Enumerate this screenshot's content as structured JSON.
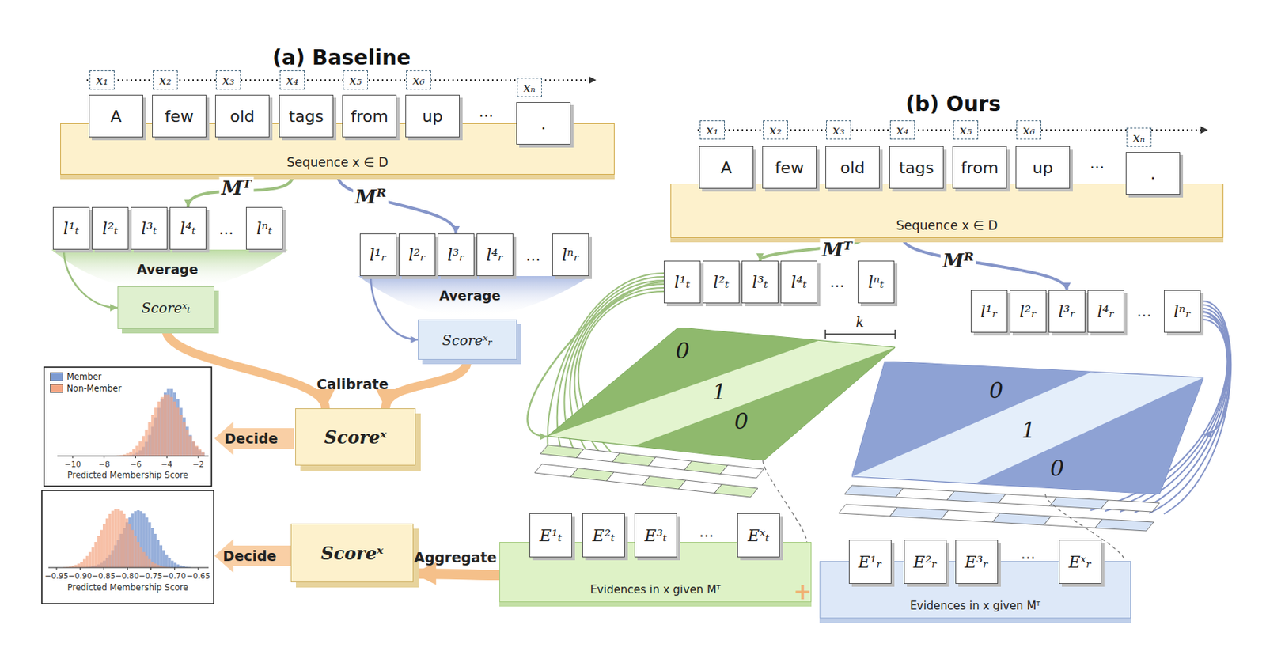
{
  "diagram": {
    "nodes": [
      {
        "text": [
          "Sequence x ∈ D"
        ]
      },
      {
        "text": [
          "A"
        ],
        "in": 0
      },
      {
        "text": [
          "few"
        ],
        "in": 0
      },
      {
        "text": [
          "old"
        ],
        "in": 0
      },
      {
        "text": [
          "tags"
        ],
        "in": 0
      },
      {
        "text": [
          "from"
        ],
        "in": 0
      },
      {
        "text": [
          "up"
        ],
        "in": 0
      },
      {
        "text": [
          "."
        ],
        "in": 0
      },
      {
        "text": [
          "x₁"
        ]
      },
      {
        "text": [
          "x₂"
        ]
      },
      {
        "text": [
          "x₃"
        ]
      },
      {
        "text": [
          "x₄"
        ]
      },
      {
        "text": [
          "x₅"
        ]
      },
      {
        "text": [
          "x₆"
        ]
      },
      {
        "text": [
          "xₙ"
        ]
      },
      {
        "text": [
          "l¹ₜ"
        ]
      },
      {
        "text": [
          "l²ₜ"
        ]
      },
      {
        "text": [
          "l³ₜ"
        ]
      },
      {
        "text": [
          "l⁴ₜ"
        ]
      },
      {
        "text": [
          "lⁿₜ"
        ]
      },
      {
        "text": [
          "l¹ᵣ"
        ]
      },
      {
        "text": [
          "l²ᵣ"
        ]
      },
      {
        "text": [
          "l³ᵣ"
        ]
      },
      {
        "text": [
          "l⁴ᵣ"
        ]
      },
      {
        "text": [
          "lⁿᵣ"
        ]
      },
      {
        "text": [
          "Scoreˣₜ"
        ]
      },
      {
        "text": [
          "Scoreˣᵣ"
        ]
      },
      {
        "text": [
          "Scoreˣ"
        ]
      },
      {
        "text": [
          "Scoreˣ"
        ]
      },
      {
        "text": [
          "Sequence x ∈ D"
        ]
      },
      {
        "text": [
          "A"
        ],
        "in": 29
      },
      {
        "text": [
          "few"
        ],
        "in": 29
      },
      {
        "text": [
          "old"
        ],
        "in": 29
      },
      {
        "text": [
          "tags"
        ],
        "in": 29
      },
      {
        "text": [
          "from"
        ],
        "in": 29
      },
      {
        "text": [
          "up"
        ],
        "in": 29
      },
      {
        "text": [
          "."
        ],
        "in": 29
      },
      {
        "text": [
          "x₁"
        ]
      },
      {
        "text": [
          "x₂"
        ]
      },
      {
        "text": [
          "x₃"
        ]
      },
      {
        "text": [
          "x₄"
        ]
      },
      {
        "text": [
          "x₅"
        ]
      },
      {
        "text": [
          "x₆"
        ]
      },
      {
        "text": [
          "xₙ"
        ]
      },
      {
        "text": [
          "l¹ₜ"
        ]
      },
      {
        "text": [
          "l²ₜ"
        ]
      },
      {
        "text": [
          "l³ₜ"
        ]
      },
      {
        "text": [
          "l⁴ₜ"
        ]
      },
      {
        "text": [
          "lⁿₜ"
        ]
      },
      {
        "text": [
          "l¹ᵣ"
        ]
      },
      {
        "text": [
          "l²ᵣ"
        ]
      },
      {
        "text": [
          "l³ᵣ"
        ]
      },
      {
        "text": [
          "l⁴ᵣ"
        ]
      },
      {
        "text": [
          "lⁿᵣ"
        ]
      },
      {
        "text": [
          "0",
          "1",
          "0"
        ]
      },
      {
        "text": [
          "0",
          "1",
          "0"
        ]
      },
      {
        "text": [
          "Evidences in x given Mᵀ"
        ]
      },
      {
        "text": [
          "E¹ₜ"
        ],
        "in": 56
      },
      {
        "text": [
          "E²ₜ"
        ],
        "in": 56
      },
      {
        "text": [
          "E³ₜ"
        ],
        "in": 56
      },
      {
        "text": [
          "Eˣₜ"
        ],
        "in": 56
      },
      {
        "text": [
          "Evidences in x given Mᵀ"
        ]
      },
      {
        "text": [
          "E¹ᵣ"
        ],
        "in": 61
      },
      {
        "text": [
          "E²ᵣ"
        ],
        "in": 61
      },
      {
        "text": [
          "E³ᵣ"
        ],
        "in": 61
      },
      {
        "text": [
          "Eˣᵣ"
        ],
        "in": 61
      }
    ],
    "edges": [
      {
        "from": 0,
        "to": 18,
        "label": "Mᵀ",
        "arrow": "to"
      },
      {
        "from": 0,
        "to": 22,
        "label": "Mᴿ",
        "arrow": "to"
      },
      {
        "from": 15,
        "to": 25,
        "arrow": "to"
      },
      {
        "from": 20,
        "to": 26,
        "arrow": "to"
      },
      {
        "from": 25,
        "to": 27,
        "arrow": "to"
      },
      {
        "from": 26,
        "to": 27,
        "arrow": "to"
      },
      {
        "from": 29,
        "to": 46,
        "label": "Mᵀ",
        "arrow": "to"
      },
      {
        "from": 29,
        "to": 51,
        "label": "Mᴿ",
        "arrow": "to"
      },
      {
        "from": 44,
        "to": 54,
        "arrow": "to"
      },
      {
        "from": 53,
        "to": 55,
        "arrow": "to"
      },
      {
        "from": 54,
        "to": 56,
        "arrow": "none"
      },
      {
        "from": 55,
        "to": 61,
        "arrow": "none"
      },
      {
        "from": 56,
        "to": 28,
        "arrow": "to"
      }
    ],
    "labels": [
      "(a) Baseline",
      "(b) Ours",
      "Average",
      "Average",
      "Calibrate",
      "Decide",
      "Decide",
      "Aggregate",
      "k",
      "…",
      "…",
      "…",
      "…",
      "…",
      "…",
      "−10",
      "−8",
      "−6",
      "−4",
      "−2",
      "Predicted Membership Score",
      "−0.95",
      "−0.90",
      "−0.85",
      "−0.80",
      "−0.75",
      "−0.70",
      "−0.65",
      "Predicted Membership Score",
      "…",
      "…",
      "+"
    ],
    "legend": [
      {
        "text": "Member",
        "color": "#7d9bd1"
      },
      {
        "text": "Non-Member",
        "color": "#f4a582"
      }
    ]
  }
}
